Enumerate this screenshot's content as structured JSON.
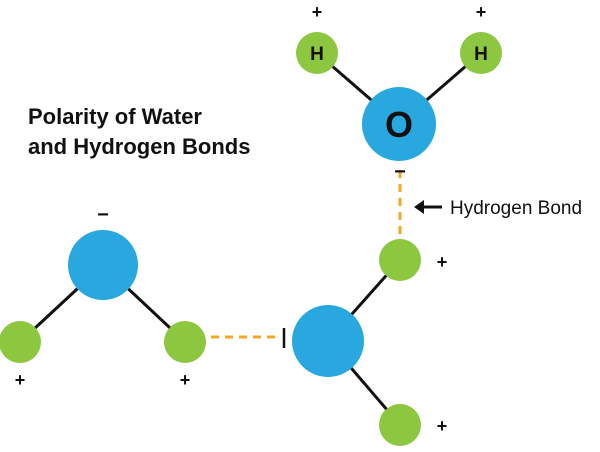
{
  "title": {
    "line1": "Polarity of Water",
    "line2": "and Hydrogen Bonds"
  },
  "labels": {
    "oxygen": "O",
    "hydrogen": "H",
    "plus": "+",
    "minus": "−",
    "hydrogen_bond": "Hydrogen Bond"
  },
  "colors": {
    "oxygen_atom": "#29a8e0",
    "hydrogen_atom": "#8dc63f",
    "covalent_bond": "#111111",
    "hydrogen_bond_line": "#f5a623",
    "text": "#111111"
  }
}
